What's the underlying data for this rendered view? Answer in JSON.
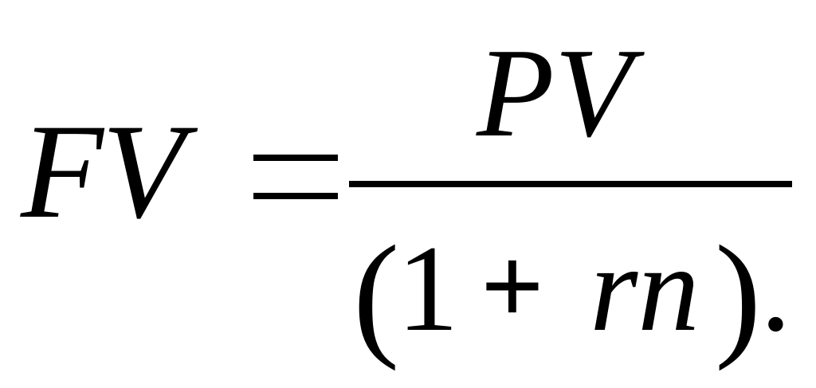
{
  "formula": {
    "lhs_f": "F",
    "lhs_v": "V",
    "equals": "=",
    "numerator": "PV",
    "denominator": {
      "open_paren": "(",
      "one": "1",
      "plus": "+",
      "rn": "rn",
      "close_paren": ")",
      "period": "."
    }
  }
}
